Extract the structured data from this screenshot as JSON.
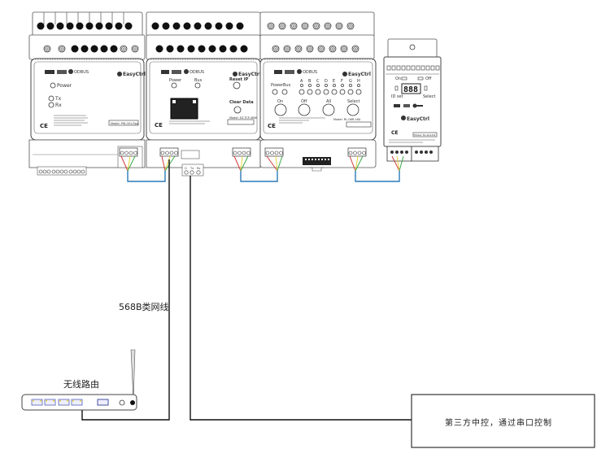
{
  "diagram": {
    "modules": [
      {
        "id": "module-1",
        "brand": "EasyCtrl",
        "indicators": [
          "Power",
          "Tx",
          "Rx"
        ],
        "model_label": "Model: PW-001-Rpg"
      },
      {
        "id": "module-2",
        "brand": "EasyCtrl",
        "indicators": [
          "Power",
          "Bus"
        ],
        "buttons": [
          "Reset IP",
          "Clear Data"
        ],
        "model_label": "Model: EZ-TCP-4BW",
        "serial_terminal": [
          "G",
          "Tx",
          "Rx"
        ]
      },
      {
        "id": "module-3",
        "brand": "EasyCtrl",
        "indicators": [
          "Power",
          "Bus"
        ],
        "channels": [
          "A",
          "B",
          "C",
          "D",
          "E",
          "F",
          "G",
          "H"
        ],
        "buttons": [
          "On",
          "Off",
          "All",
          "Select"
        ],
        "model_label": "Model: RL-08R-16A"
      },
      {
        "id": "module-4",
        "brand": "EasyCtrl",
        "indicators": [
          "On",
          "Off"
        ],
        "side_labels": [
          "ID set",
          "Select"
        ],
        "display": "888",
        "model_label": "Model: EL-4L4-D4"
      }
    ],
    "labels": {
      "cable": "568B类网线",
      "router": "无线路由",
      "third_party": "第三方中控，通过串口控制"
    },
    "colors": {
      "bus_wire": "#2a7ab8",
      "wire_red": "#d23a3a",
      "wire_yellow": "#e8d23a",
      "wire_green": "#3aa84a",
      "line": "#111111"
    }
  }
}
